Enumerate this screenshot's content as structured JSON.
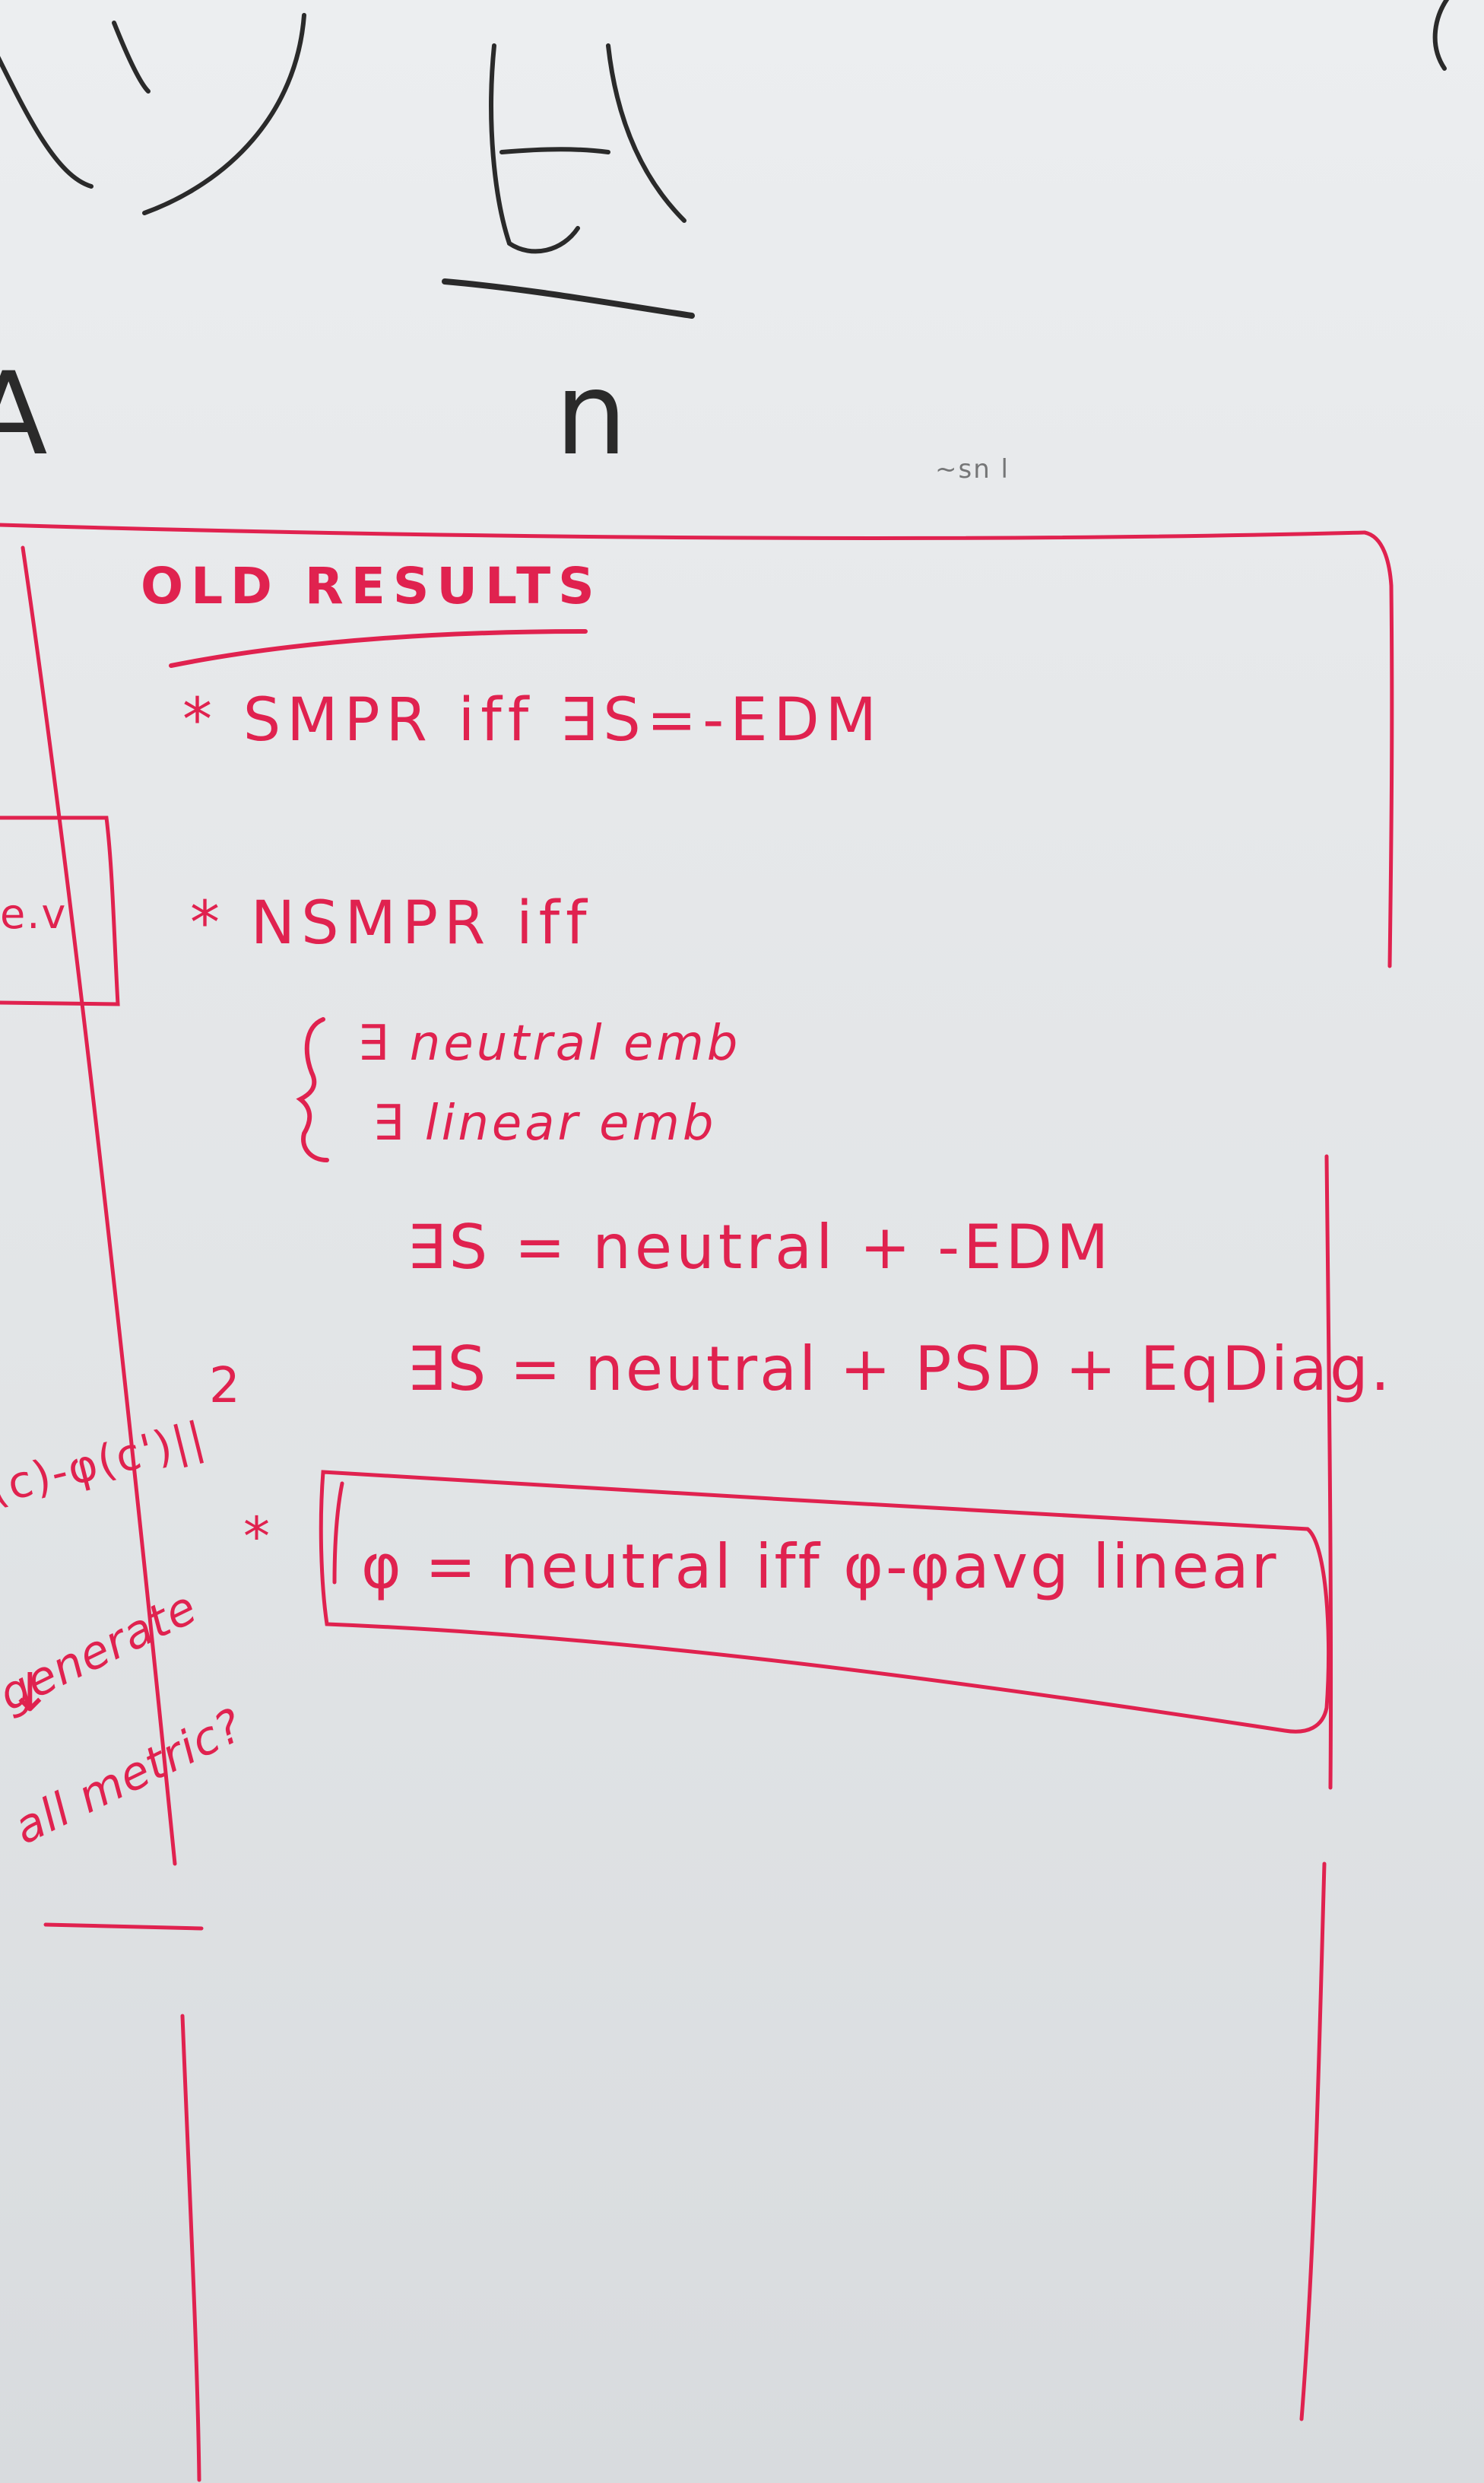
{
  "board": {
    "top_letters": {
      "n": "n",
      "a": "A"
    },
    "title": "OLD RESULTS",
    "line_smpr": "* SMPR iff ∃S=-EDM",
    "line_nsmpr": "* NSMPR iff",
    "sub_neutral": "∃ neutral emb",
    "sub_linear": "∃ linear emb",
    "eq_edm": "∃S = neutral + -EDM",
    "eq_psd": "∃S = neutral + PSD + EqDiag.",
    "boxed_claim": "φ = neutral iff φ-φavg linear",
    "star_marker": "*",
    "superscript_two": "2",
    "left_fragment": "(c)-φ(c')||",
    "left_box_fragment": "e.v",
    "margin_arrow": "↓",
    "margin_line1": "generate",
    "margin_line2": "all metric?",
    "smudge_text": "~sn l"
  },
  "colors": {
    "red_marker": "#e0224f",
    "black_marker": "#2a2a2a",
    "board": "#e6e8ea"
  }
}
